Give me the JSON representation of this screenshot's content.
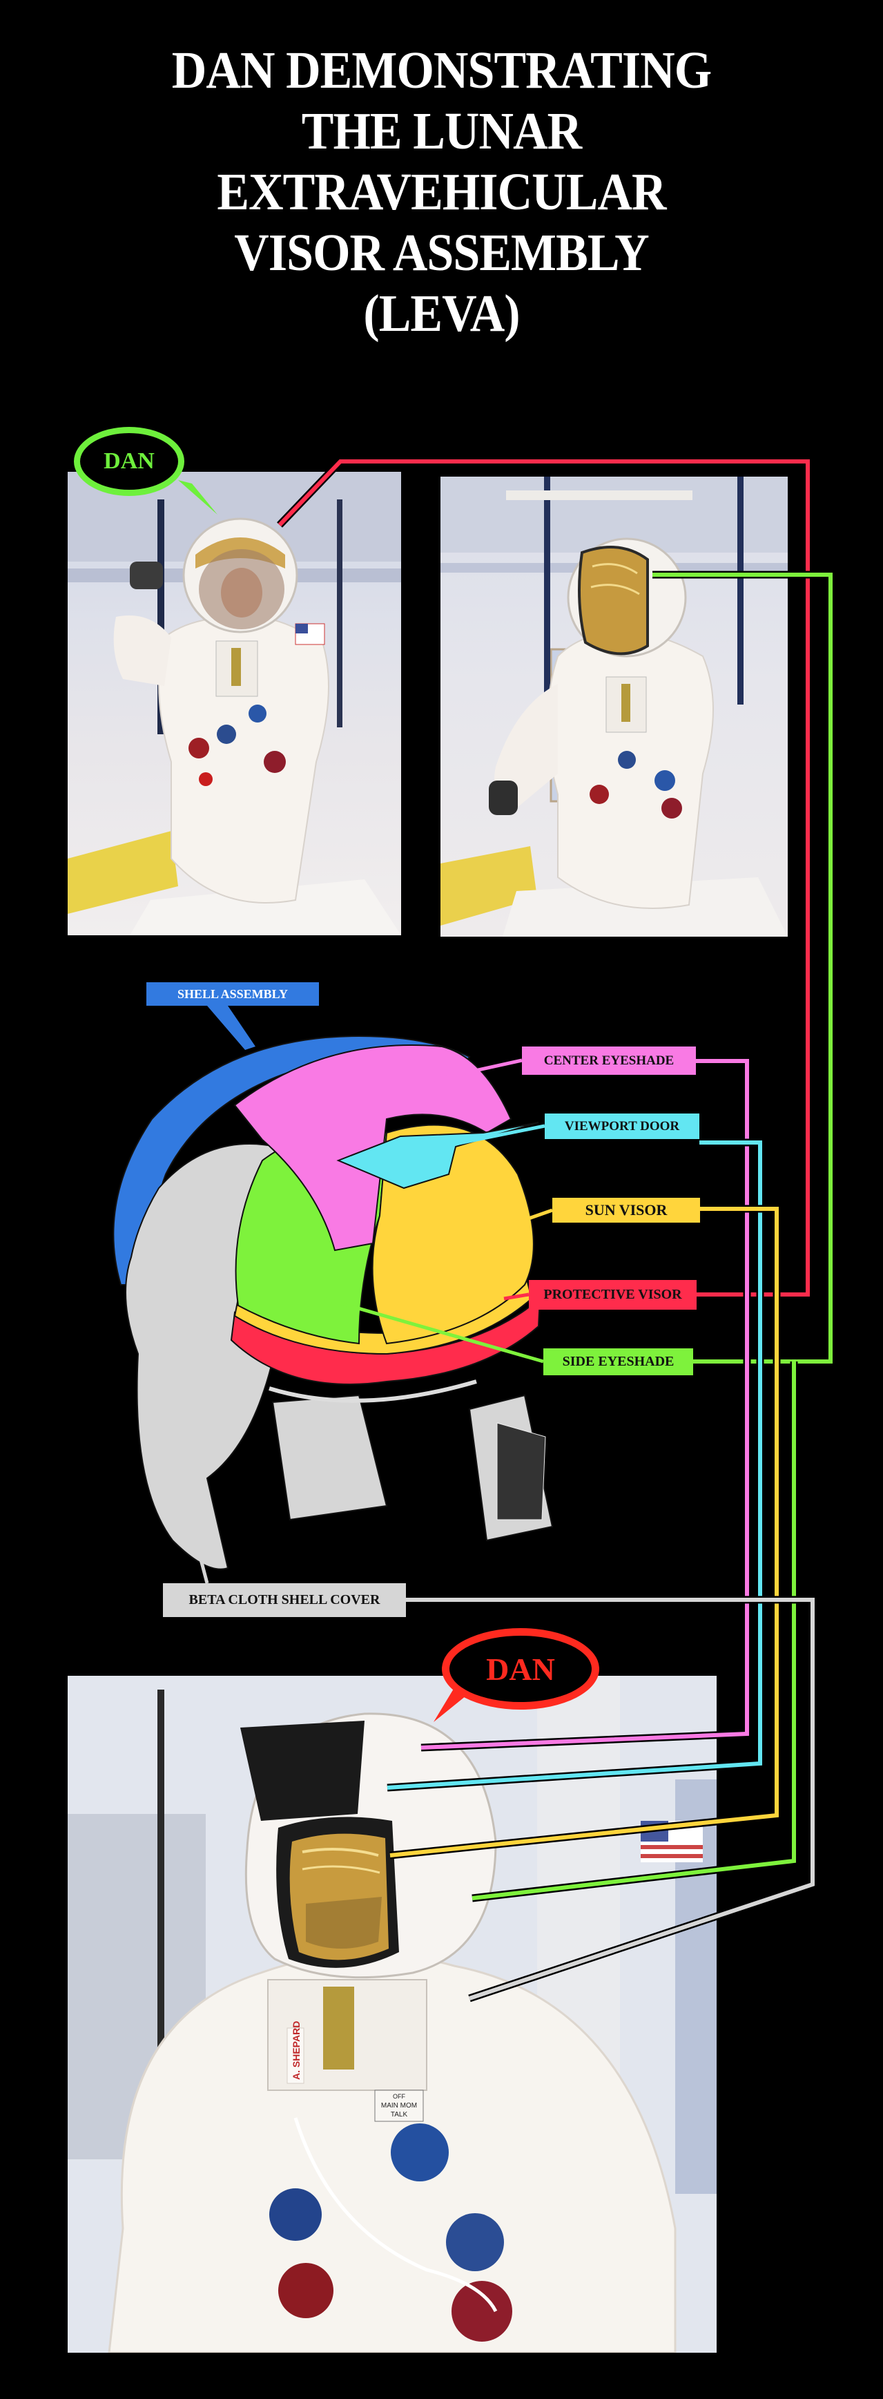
{
  "title": {
    "lines": [
      "DAN DEMONSTRATING",
      "THE LUNAR",
      "EXTRAVEHICULAR",
      "VISOR ASSEMBLY",
      "(LEVA)"
    ]
  },
  "callouts": {
    "top_bubble": {
      "text": "DAN",
      "color": "#6ef03c"
    },
    "bottom_bubble": {
      "text": "DAN",
      "color": "#ff2a1f"
    }
  },
  "photos": {
    "photo1": {
      "subject": "astronaut-clear-visor-saluting"
    },
    "photo2": {
      "subject": "astronaut-gold-sun-visor-lowered"
    },
    "photo3": {
      "subject": "astronaut-closeup-gold-visor",
      "name_tag": "A. SHEPARD",
      "control_label": [
        "OFF",
        "MAIN MOM",
        "TALK"
      ]
    }
  },
  "components": [
    {
      "id": "shell-assembly",
      "label": "SHELL ASSEMBLY",
      "color": "#327ae0",
      "text_color": "#ffffff"
    },
    {
      "id": "center-eyeshade",
      "label": "CENTER EYESHADE",
      "color": "#f97ae4",
      "text_color": "#111111"
    },
    {
      "id": "viewport-door",
      "label": "VIEWPORT DOOR",
      "color": "#62e6f2",
      "text_color": "#111111"
    },
    {
      "id": "sun-visor",
      "label": "SUN VISOR",
      "color": "#ffd53c",
      "text_color": "#111111"
    },
    {
      "id": "protective-visor",
      "label": "PROTECTIVE VISOR",
      "color": "#ff2c4c",
      "text_color": "#111111"
    },
    {
      "id": "side-eyeshade",
      "label": "SIDE EYESHADE",
      "color": "#7ef23c",
      "text_color": "#111111"
    },
    {
      "id": "beta-cloth-shell-cover",
      "label": "BETA CLOTH SHELL COVER",
      "color": "#d6d6d6",
      "text_color": "#111111"
    }
  ]
}
